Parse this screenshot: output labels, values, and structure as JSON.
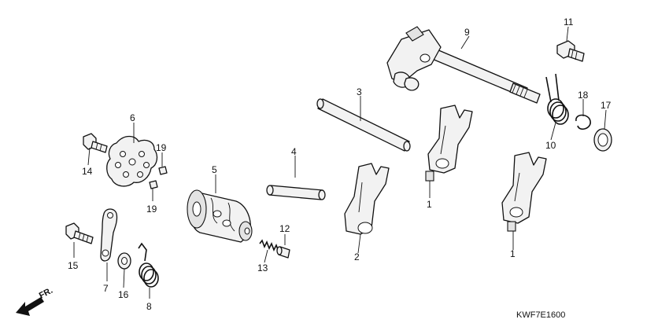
{
  "diagram": {
    "code": "KWF7E1600",
    "direction_label": "FR.",
    "parts": [
      {
        "id": "p1a",
        "number": "1"
      },
      {
        "id": "p1b",
        "number": "1"
      },
      {
        "id": "p2",
        "number": "2"
      },
      {
        "id": "p3",
        "number": "3"
      },
      {
        "id": "p4",
        "number": "4"
      },
      {
        "id": "p5",
        "number": "5"
      },
      {
        "id": "p6",
        "number": "6"
      },
      {
        "id": "p7",
        "number": "7"
      },
      {
        "id": "p8",
        "number": "8"
      },
      {
        "id": "p9",
        "number": "9"
      },
      {
        "id": "p10",
        "number": "10"
      },
      {
        "id": "p11",
        "number": "11"
      },
      {
        "id": "p12",
        "number": "12"
      },
      {
        "id": "p13",
        "number": "13"
      },
      {
        "id": "p14",
        "number": "14"
      },
      {
        "id": "p15",
        "number": "15"
      },
      {
        "id": "p16",
        "number": "16"
      },
      {
        "id": "p17",
        "number": "17"
      },
      {
        "id": "p18",
        "number": "18"
      },
      {
        "id": "p19a",
        "number": "19"
      },
      {
        "id": "p19b",
        "number": "19"
      }
    ]
  }
}
